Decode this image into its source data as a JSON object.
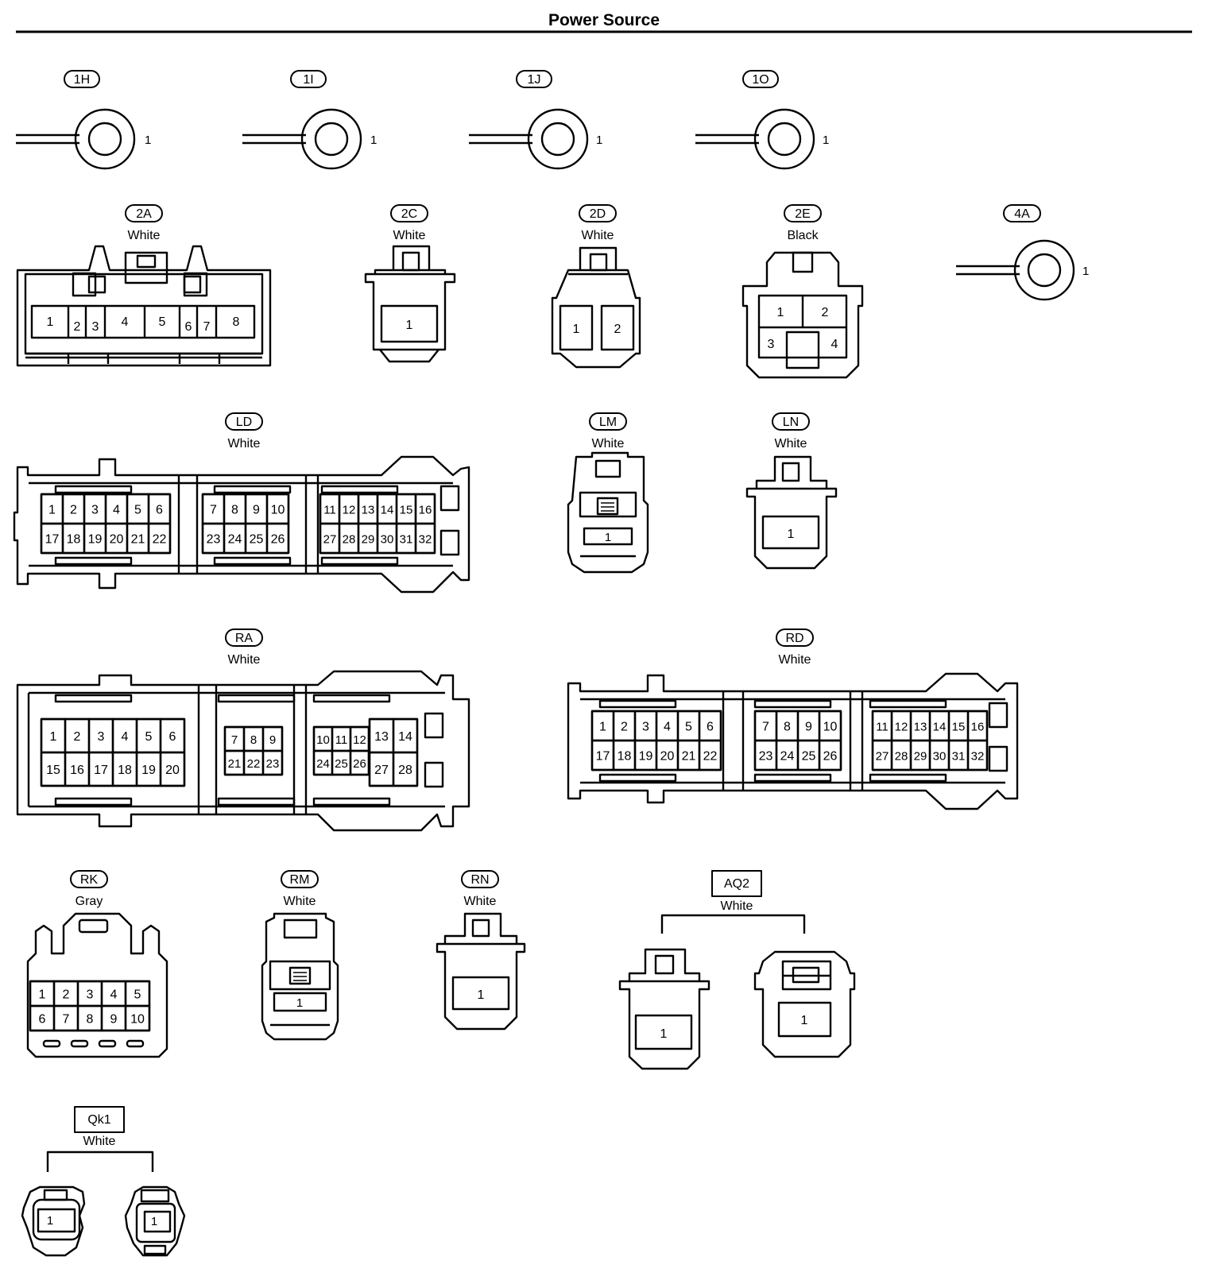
{
  "title": "Power Source",
  "terminals": [
    {
      "code": "1H",
      "pin": "1"
    },
    {
      "code": "1I",
      "pin": "1"
    },
    {
      "code": "1J",
      "pin": "1"
    },
    {
      "code": "1O",
      "pin": "1"
    },
    {
      "code": "4A",
      "pin": "1"
    }
  ],
  "connectors": {
    "c2A": {
      "code": "2A",
      "color": "White",
      "pins": [
        "1",
        "2",
        "3",
        "4",
        "5",
        "6",
        "7",
        "8"
      ]
    },
    "c2C": {
      "code": "2C",
      "color": "White",
      "pins": [
        "1"
      ]
    },
    "c2D": {
      "code": "2D",
      "color": "White",
      "pins": [
        "1",
        "2"
      ]
    },
    "c2E": {
      "code": "2E",
      "color": "Black",
      "pins": [
        "1",
        "2",
        "3",
        "4"
      ]
    },
    "cLD": {
      "code": "LD",
      "color": "White",
      "pins": [
        "1",
        "2",
        "3",
        "4",
        "5",
        "6",
        "7",
        "8",
        "9",
        "10",
        "11",
        "12",
        "13",
        "14",
        "15",
        "16",
        "17",
        "18",
        "19",
        "20",
        "21",
        "22",
        "23",
        "24",
        "25",
        "26",
        "27",
        "28",
        "29",
        "30",
        "31",
        "32"
      ]
    },
    "cLM": {
      "code": "LM",
      "color": "White",
      "pins": [
        "1"
      ]
    },
    "cLN": {
      "code": "LN",
      "color": "White",
      "pins": [
        "1"
      ]
    },
    "cRA": {
      "code": "RA",
      "color": "White",
      "pins": [
        "1",
        "2",
        "3",
        "4",
        "5",
        "6",
        "7",
        "8",
        "9",
        "10",
        "11",
        "12",
        "13",
        "14",
        "15",
        "16",
        "17",
        "18",
        "19",
        "20",
        "21",
        "22",
        "23",
        "24",
        "25",
        "26",
        "27",
        "28"
      ]
    },
    "cRD": {
      "code": "RD",
      "color": "White",
      "pins": [
        "1",
        "2",
        "3",
        "4",
        "5",
        "6",
        "7",
        "8",
        "9",
        "10",
        "11",
        "12",
        "13",
        "14",
        "15",
        "16",
        "17",
        "18",
        "19",
        "20",
        "21",
        "22",
        "23",
        "24",
        "25",
        "26",
        "27",
        "28",
        "29",
        "30",
        "31",
        "32"
      ]
    },
    "cRK": {
      "code": "RK",
      "color": "Gray",
      "pins": [
        "1",
        "2",
        "3",
        "4",
        "5",
        "6",
        "7",
        "8",
        "9",
        "10"
      ]
    },
    "cRM": {
      "code": "RM",
      "color": "White",
      "pins": [
        "1"
      ]
    },
    "cRN": {
      "code": "RN",
      "color": "White",
      "pins": [
        "1"
      ]
    },
    "cAQ2": {
      "code": "AQ2",
      "color": "White",
      "pins": [
        "1",
        "1"
      ]
    },
    "cQk1": {
      "code": "Qk1",
      "color": "White",
      "pins": [
        "1",
        "1"
      ]
    }
  }
}
